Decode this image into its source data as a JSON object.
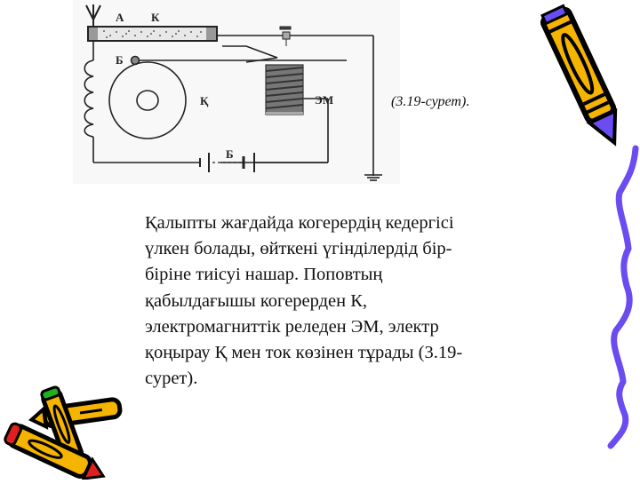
{
  "figure": {
    "labels": {
      "antenna_a": "А",
      "coherer_k": "К",
      "contact_b": "Б",
      "bell_k": "Қ",
      "electromagnet": "ЭМ",
      "battery_b": "Б"
    },
    "caption": "(3.19-сурет)."
  },
  "body": {
    "lines": [
      "Қалыпты жағдайда когерердің кедергісі",
      "үлкен болады, өйткені үгінділердід бір-",
      "біріне тиісуі нашар. Поповтың",
      "қабылдағышы когерерден К,",
      "электромагниттік реледен ЭМ, электр",
      "қоңырау Қ мен ток көзінен тұрады (3.19-",
      "сурет)."
    ]
  },
  "decorations": {
    "colors": {
      "pencil_body": "#f5b400",
      "pencil_outline": "#000000",
      "pencil_tip": "#6a4cf0",
      "squiggle": "#6a4cf0",
      "pencil_red": "#e02020",
      "pencil_green": "#20b020"
    }
  }
}
